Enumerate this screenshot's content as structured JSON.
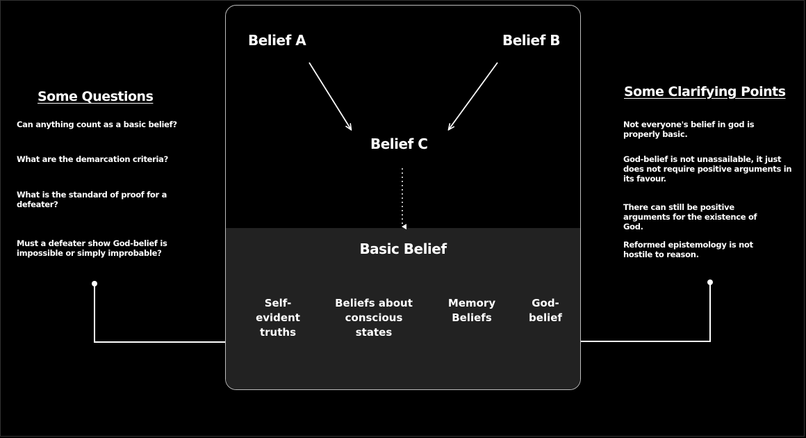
{
  "diagram": {
    "belief_a": "Belief A",
    "belief_b": "Belief B",
    "belief_c": "Belief C",
    "basic_belief": {
      "title": "Basic Belief",
      "items": [
        "Self-\nevident\ntruths",
        "Beliefs about\nconscious\nstates",
        "Memory\nBeliefs",
        "God-\nbelief"
      ]
    }
  },
  "left_column": {
    "heading": "Some Questions",
    "questions": [
      "Can anything count as a basic belief?",
      "What are the demarcation criteria?",
      "What is the standard of proof for a defeater?",
      "Must a defeater show God-belief is impossible or simply improbable?"
    ]
  },
  "right_column": {
    "heading": "Some Clarifying Points",
    "points": [
      "Not everyone's belief in god is properly basic.",
      "God-belief is not unassailable, it just does not require positive arguments in its favour.",
      "There can still be positive arguments for the existence of God.",
      "Reformed epistemology is not hostile to reason."
    ]
  },
  "colors": {
    "background": "#000000",
    "panel_basic": "#222222",
    "text": "#ffffff",
    "panel_border": "#bdbdbd"
  }
}
